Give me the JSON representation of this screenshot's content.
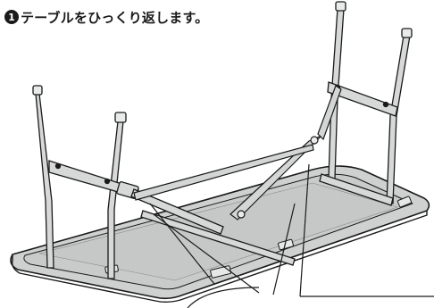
{
  "step": {
    "number": "1",
    "instruction": "テーブルをひっくり返します。"
  },
  "illustration": {
    "subject": "folding-table-upside-down",
    "colors": {
      "tabletop": "#cdcfcf",
      "frame": "#d4d6d6",
      "outline": "#1a1a1a",
      "background": "#ffffff"
    }
  }
}
